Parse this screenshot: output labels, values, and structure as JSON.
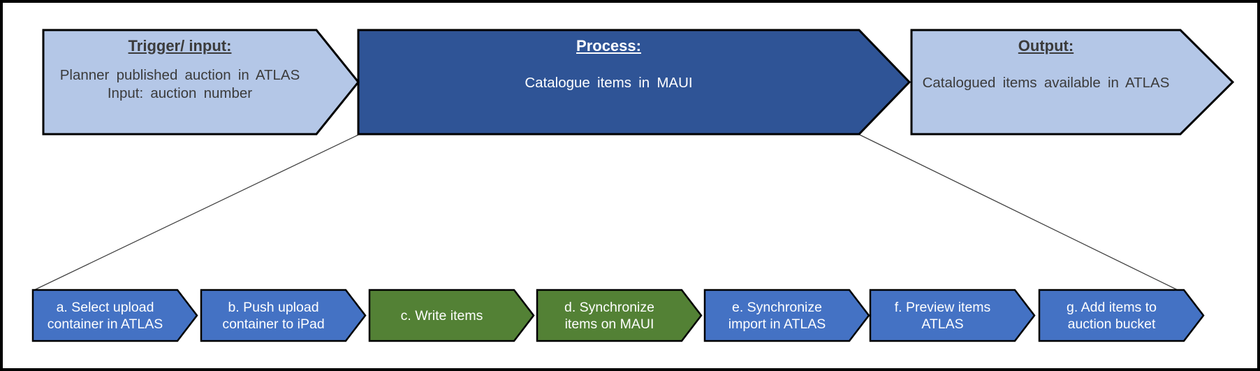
{
  "diagram": {
    "trigger": {
      "title": "Trigger/ input:",
      "body_line1": "Planner published auction in ATLAS",
      "body_line2": "Input: auction number",
      "fill": "#b4c7e7"
    },
    "process": {
      "title": "Process:",
      "body": "Catalogue items in MAUI",
      "fill": "#2f5496"
    },
    "output": {
      "title": "Output:",
      "body": "Catalogued items available in ATLAS",
      "fill": "#b4c7e7"
    },
    "steps": [
      {
        "line1": "a. Select upload",
        "line2": "container in ATLAS",
        "fill": "#4472c4"
      },
      {
        "line1": "b. Push upload",
        "line2": "container to iPad",
        "fill": "#4472c4"
      },
      {
        "line1": "c. Write items",
        "line2": "",
        "fill": "#538135"
      },
      {
        "line1": "d. Synchronize",
        "line2": "items on MAUI",
        "fill": "#538135"
      },
      {
        "line1": "e. Synchronize",
        "line2": "import in ATLAS",
        "fill": "#4472c4"
      },
      {
        "line1": "f. Preview items",
        "line2": "ATLAS",
        "fill": "#4472c4"
      },
      {
        "line1": "g. Add items to",
        "line2": "auction bucket",
        "fill": "#4472c4"
      }
    ],
    "colors": {
      "outer_border": "#000000",
      "shape_outline": "#000000",
      "connector_line": "#404040",
      "light_blue": "#b4c7e7",
      "dark_blue": "#2f5496",
      "step_blue": "#4472c4",
      "step_green": "#538135"
    }
  }
}
